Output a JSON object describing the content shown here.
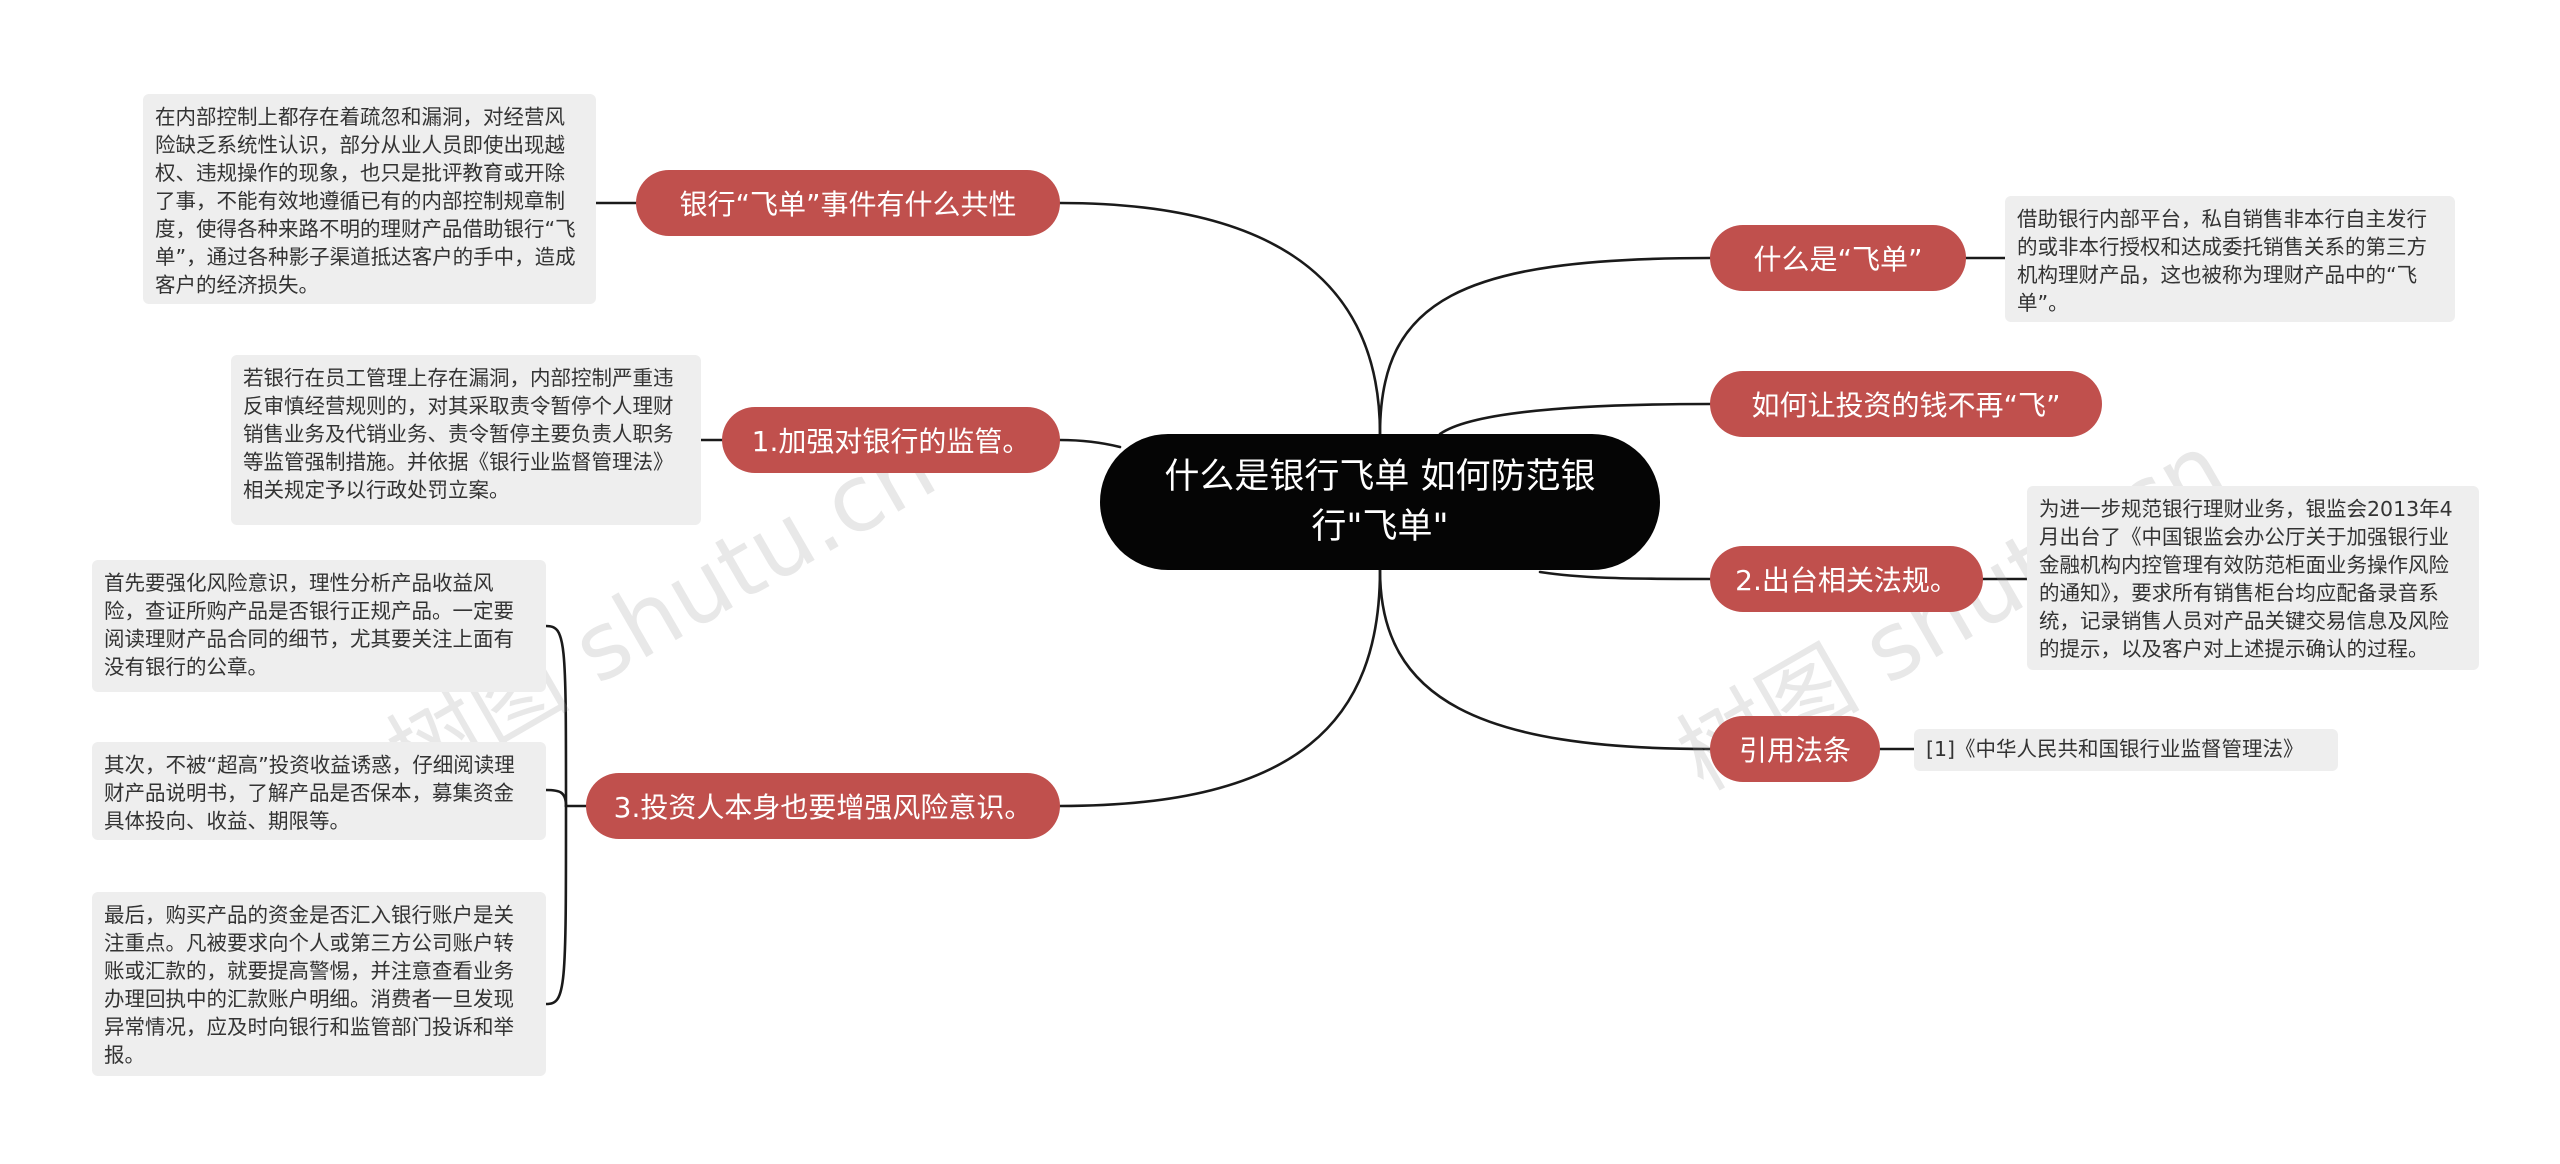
{
  "center": {
    "title": "什么是银行飞单 如何防范银行\"飞单\""
  },
  "branches": {
    "gongxing": "银行“飞单”事件有什么共性",
    "jianguan": "1.加强对银行的监管。",
    "fengxian": "3.投资人本身也要增强风险意识。",
    "shenme": "什么是“飞单”",
    "ruhe": "如何让投资的钱不再“飞”",
    "fagui": "2.出台相关法规。",
    "yinyong": "引用法条"
  },
  "leaves": {
    "gongxing": "在内部控制上都存在着疏忽和漏洞，对经营风险缺乏系统性认识，部分从业人员即使出现越权、违规操作的现象，也只是批评教育或开除了事，不能有效地遵循已有的内部控制规章制度，使得各种来路不明的理财产品借助银行“飞单”，通过各种影子渠道抵达客户的手中，造成客户的经济损失。",
    "jianguan": "若银行在员工管理上存在漏洞，内部控制严重违反审慎经营规则的，对其采取责令暂停个人理财销售业务及代销业务、责令暂停主要负责人职务等监管强制措施。并依据《银行业监督管理法》相关规定予以行政处罚立案。",
    "fengxian_1": "首先要强化风险意识，理性分析产品收益风险，查证所购产品是否银行正规产品。一定要阅读理财产品合同的细节，尤其要关注上面有没有银行的公章。",
    "fengxian_2": "其次，不被“超高”投资收益诱惑，仔细阅读理财产品说明书，了解产品是否保本，募集资金具体投向、收益、期限等。",
    "fengxian_3": "最后，购买产品的资金是否汇入银行账户是关注重点。凡被要求向个人或第三方公司账户转账或汇款的，就要提高警惕，并注意查看业务办理回执中的汇款账户明细。消费者一旦发现异常情况，应及时向银行和监管部门投诉和举报。",
    "shenme": "借助银行内部平台，私自销售非本行自主发行的或非本行授权和达成委托销售关系的第三方机构理财产品，这也被称为理财产品中的“飞单”。",
    "fagui": "为进一步规范银行理财业务，银监会2013年4月出台了《中国银监会办公厅关于加强银行业金融机构内控管理有效防范柜面业务操作风险的通知》，要求所有销售柜台均应配备录音系统，记录销售人员对产品关键交易信息及风险的提示，以及客户对上述提示确认的过程。",
    "yinyong": "[1]《中华人民共和国银行业监督管理法》"
  },
  "watermark": "树图 shutu.cn",
  "colors": {
    "center": "#050505",
    "branch": "#c0504d",
    "leaf_bg": "#eeeeee",
    "line": "#1a1a1a"
  }
}
